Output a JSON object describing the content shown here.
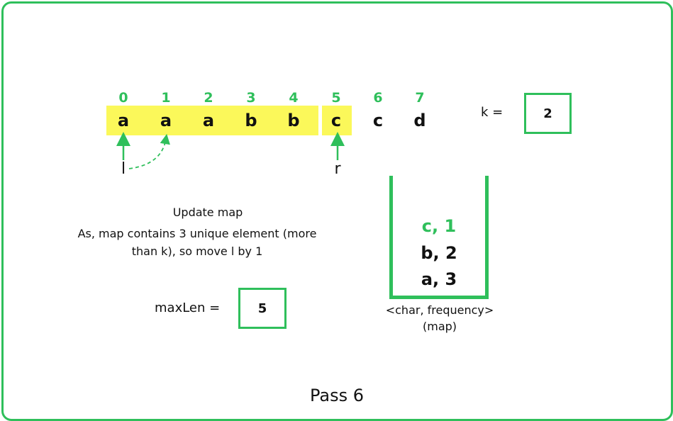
{
  "indices": [
    "0",
    "1",
    "2",
    "3",
    "4",
    "5",
    "6",
    "7"
  ],
  "chars": [
    "a",
    "a",
    "a",
    "b",
    "b",
    "c",
    "c",
    "d"
  ],
  "pointers": {
    "left": "l",
    "right": "r"
  },
  "k": {
    "label": "k =",
    "value": "2"
  },
  "description": {
    "line1": "Update map",
    "line2": "As, map contains 3 unique element (more",
    "line3": "than k), so move l by 1"
  },
  "maxLen": {
    "label": "maxLen =",
    "value": "5"
  },
  "map": {
    "entries": [
      {
        "text": "c, 1",
        "highlight": true
      },
      {
        "text": "b, 2",
        "highlight": false
      },
      {
        "text": "a, 3",
        "highlight": false
      }
    ],
    "caption_line1": "<char, frequency>",
    "caption_line2": "(map)"
  },
  "title": "Pass 6",
  "colors": {
    "accent": "#2fbf5b",
    "highlight": "#fbf85a",
    "text": "#111111"
  }
}
